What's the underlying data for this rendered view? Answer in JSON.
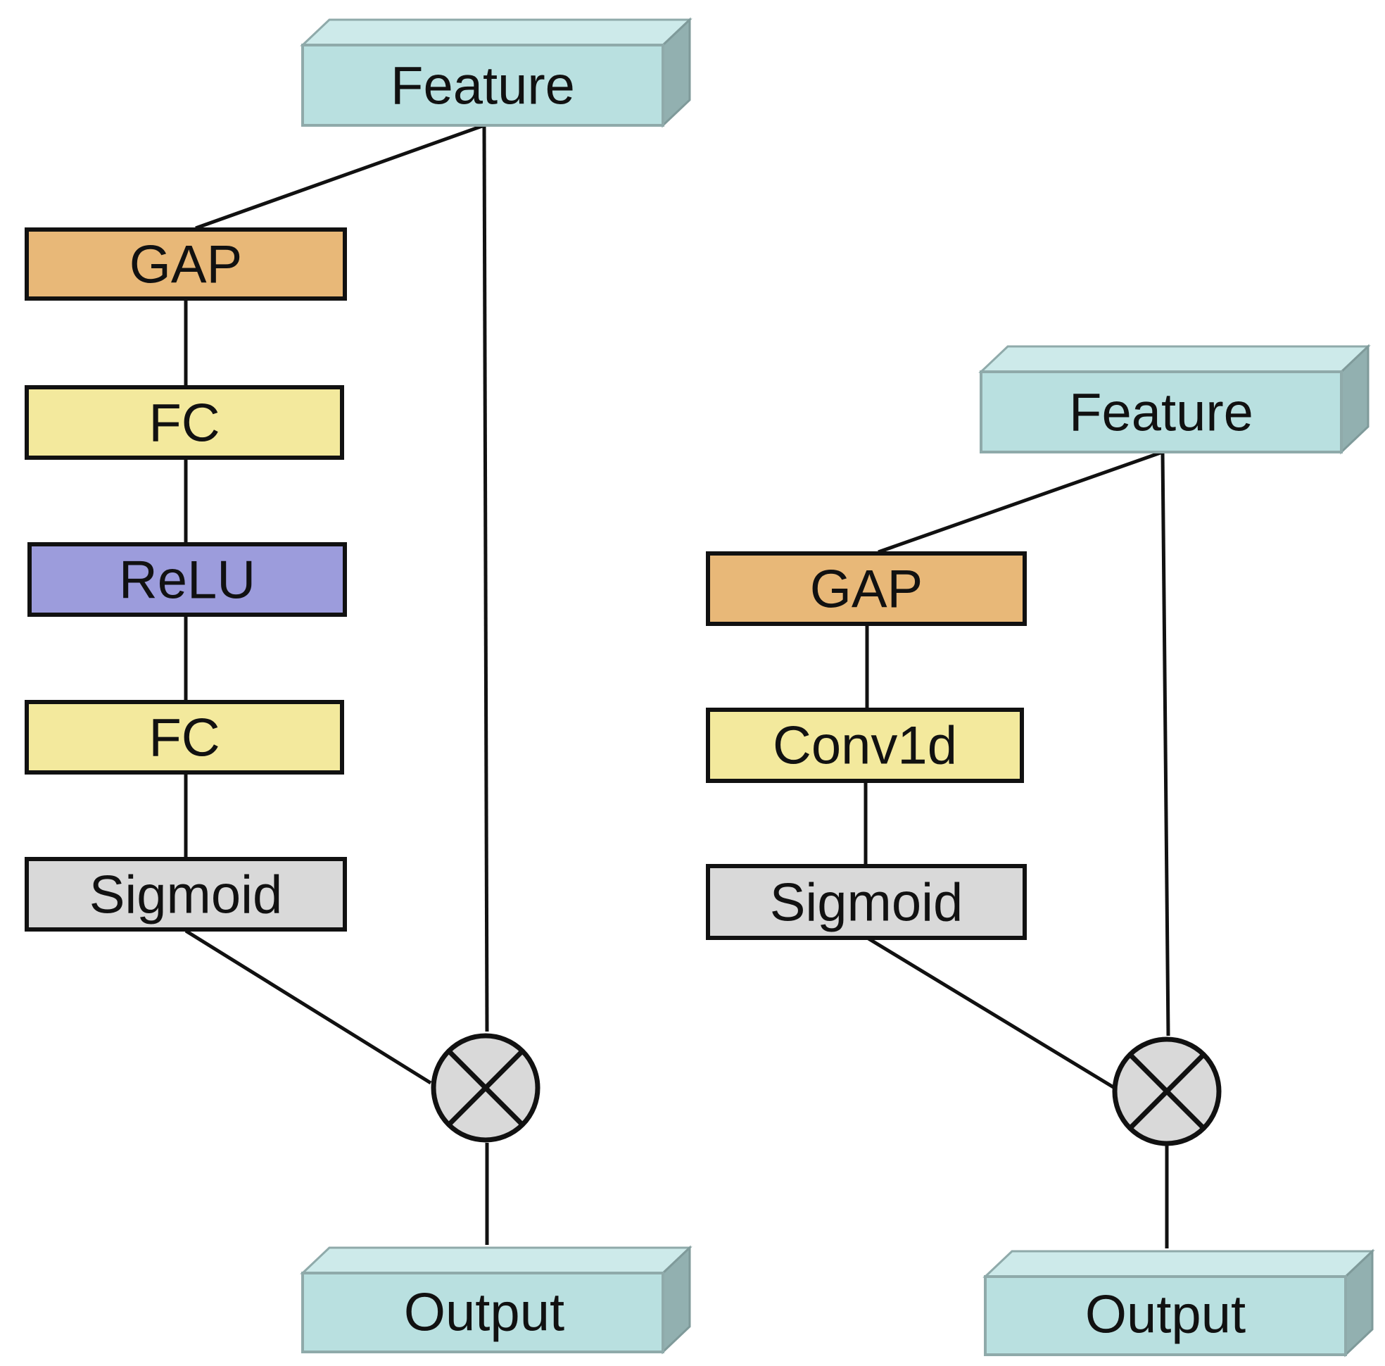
{
  "colors": {
    "feature_front": "#b9e0e0",
    "feature_top": "#cdeaea",
    "feature_side": "#92b0b0",
    "gap": "#e8b878",
    "fc": "#f3e99d",
    "relu": "#9c9cdc",
    "sigmoid": "#d9d9d9",
    "multiply": "#d9d9d9",
    "line": "#111111"
  },
  "left": {
    "input": "Feature",
    "gap": "GAP",
    "fc1": "FC",
    "relu": "ReLU",
    "fc2": "FC",
    "sigmoid": "Sigmoid",
    "output": "Output",
    "multiply_icon": "multiply-circle-icon"
  },
  "right": {
    "input": "Feature",
    "gap": "GAP",
    "conv": "Conv1d",
    "sigmoid": "Sigmoid",
    "output": "Output",
    "multiply_icon": "multiply-circle-icon"
  }
}
